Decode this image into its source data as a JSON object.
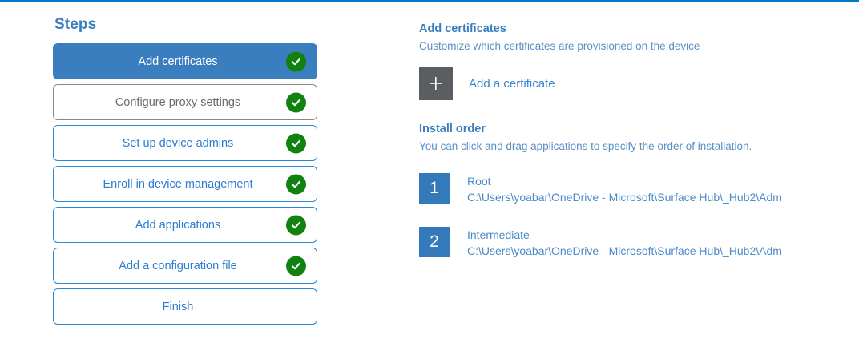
{
  "accent": {
    "top_rule": "#0078c8",
    "brand_blue": "#3a7ebf",
    "link_blue": "#2b7cd3",
    "success_green": "#11820f",
    "tile_gray": "#5a5e63",
    "number_tile_blue": "#3479b9"
  },
  "steps": {
    "title": "Steps",
    "items": [
      {
        "label": "Add certificates",
        "state": "active",
        "completed": true,
        "check_icon": "check-circle-icon"
      },
      {
        "label": "Configure proxy settings",
        "state": "muted",
        "completed": true,
        "check_icon": "check-circle-icon"
      },
      {
        "label": "Set up device admins",
        "state": "default",
        "completed": true,
        "check_icon": "check-circle-icon"
      },
      {
        "label": "Enroll in device management",
        "state": "default",
        "completed": true,
        "check_icon": "check-circle-icon"
      },
      {
        "label": "Add applications",
        "state": "default",
        "completed": true,
        "check_icon": "check-circle-icon"
      },
      {
        "label": "Add a configuration file",
        "state": "default",
        "completed": true,
        "check_icon": "check-circle-icon"
      },
      {
        "label": "Finish",
        "state": "default",
        "completed": false,
        "check_icon": ""
      }
    ]
  },
  "detail": {
    "certificates": {
      "heading": "Add certificates",
      "subheading": "Customize which certificates are provisioned on the device",
      "add_tile_icon": "plus-icon",
      "add_label": "Add a certificate"
    },
    "install_order": {
      "heading": "Install order",
      "subheading": "You can click and drag applications to specify the order of installation.",
      "items": [
        {
          "number": "1",
          "name": "Root",
          "path": "C:\\Users\\yoabar\\OneDrive - Microsoft\\Surface Hub\\_Hub2\\Adm"
        },
        {
          "number": "2",
          "name": "Intermediate",
          "path": "C:\\Users\\yoabar\\OneDrive - Microsoft\\Surface Hub\\_Hub2\\Adm"
        }
      ]
    }
  }
}
